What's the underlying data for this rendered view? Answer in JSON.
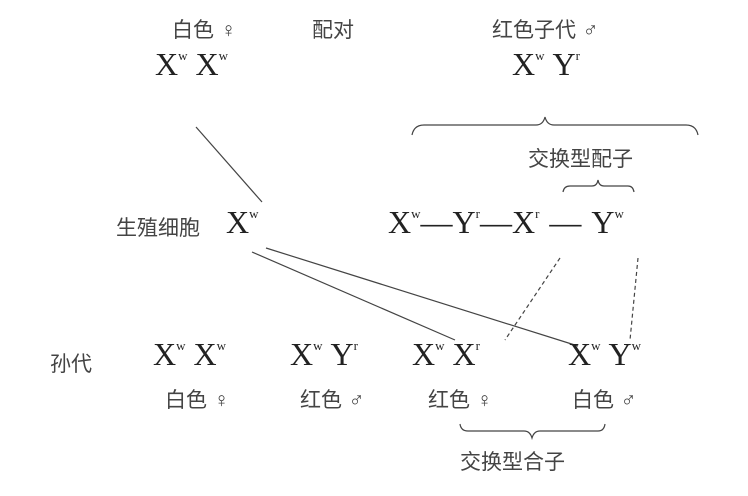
{
  "parents": {
    "female_label": "白色 ♀",
    "mating_label": "配对",
    "male_label": "红色子代 ♂",
    "female_genotype": [
      {
        "base": "X",
        "sup": "w"
      },
      {
        "base": "X",
        "sup": "w"
      }
    ],
    "male_genotype": [
      {
        "base": "X",
        "sup": "w"
      },
      {
        "base": "Y",
        "sup": "r"
      }
    ]
  },
  "gametes": {
    "row_label": "生殖细胞",
    "female_gamete": {
      "base": "X",
      "sup": "w"
    },
    "male_chain": [
      {
        "base": "X",
        "sup": "w"
      },
      {
        "base": "Y",
        "sup": "r"
      },
      {
        "base": "X",
        "sup": "r"
      },
      {
        "base": "Y",
        "sup": "w"
      }
    ],
    "chain_separator": "—",
    "recombinant_gametes_label": "交换型配子"
  },
  "offspring": {
    "row_label": "孙代",
    "items": [
      {
        "genotype": [
          {
            "base": "X",
            "sup": "w"
          },
          {
            "base": "X",
            "sup": "w"
          }
        ],
        "phenotype": "白色 ♀"
      },
      {
        "genotype": [
          {
            "base": "X",
            "sup": "w"
          },
          {
            "base": "Y",
            "sup": "r"
          }
        ],
        "phenotype": "红色 ♂"
      },
      {
        "genotype": [
          {
            "base": "X",
            "sup": "w"
          },
          {
            "base": "X",
            "sup": "r"
          }
        ],
        "phenotype": "红色 ♀"
      },
      {
        "genotype": [
          {
            "base": "X",
            "sup": "w"
          },
          {
            "base": "Y",
            "sup": "w"
          }
        ],
        "phenotype": "白色 ♂"
      }
    ],
    "recombinant_zygotes_label": "交换型合子"
  }
}
